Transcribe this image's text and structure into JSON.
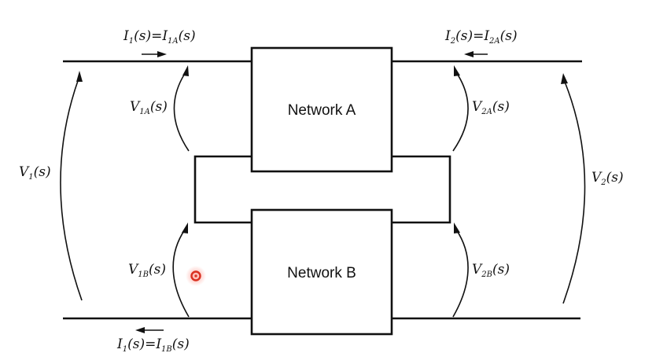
{
  "diagram": {
    "network_a_label": "Network A",
    "network_b_label": "Network B",
    "labels": {
      "i1_top": {
        "main1": "I",
        "sub1": "1",
        "mid": "(s)=",
        "main2": "I",
        "sub2": "1A",
        "tail": "(s)"
      },
      "i2_top": {
        "main1": "I",
        "sub1": "2",
        "mid": "(s)=",
        "main2": "I",
        "sub2": "2A",
        "tail": "(s)"
      },
      "i1_bottom": {
        "main1": "I",
        "sub1": "1",
        "mid": "(s)=",
        "main2": "I",
        "sub2": "1B",
        "tail": "(s)"
      },
      "v1": {
        "main": "V",
        "sub": "1",
        "tail": "(s)"
      },
      "v2": {
        "main": "V",
        "sub": "2",
        "tail": "(s)"
      },
      "v1a": {
        "main": "V",
        "sub": "1A",
        "tail": "(s)"
      },
      "v2a": {
        "main": "V",
        "sub": "2A",
        "tail": "(s)"
      },
      "v1b": {
        "main": "V",
        "sub": "1B",
        "tail": "(s)"
      },
      "v2b": {
        "main": "V",
        "sub": "2B",
        "tail": "(s)"
      }
    }
  },
  "colors": {
    "line": "#111111",
    "cursor_marker": "#d93020"
  }
}
